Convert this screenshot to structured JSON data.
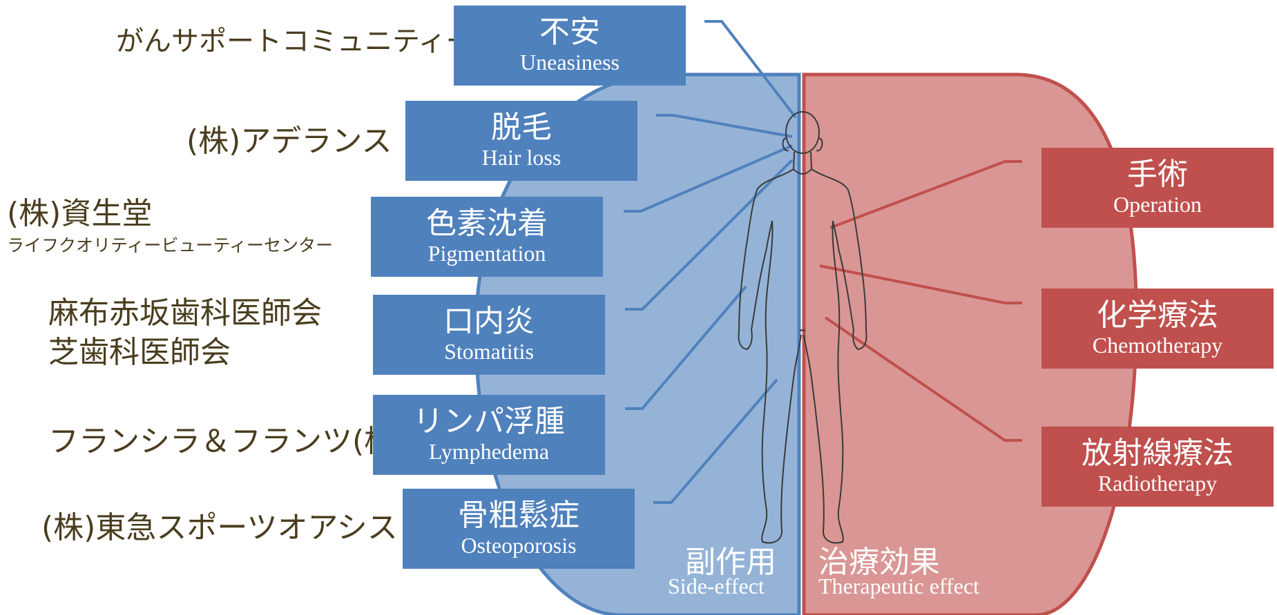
{
  "organizations": [
    {
      "lines": [
        "がんサポートコミュニティー"
      ]
    },
    {
      "lines": [
        "(株)アデランス"
      ]
    },
    {
      "lines": [
        "(株)資生堂",
        "ライフクオリティービューティーセンター"
      ]
    },
    {
      "lines": [
        "麻布赤坂歯科医師会",
        "芝歯科医師会"
      ]
    },
    {
      "lines": [
        "フランシラ＆フランツ(株)"
      ]
    },
    {
      "lines": [
        "(株)東急スポーツオアシス"
      ]
    }
  ],
  "side_effects": [
    {
      "jp": "不安",
      "en": "Uneasiness"
    },
    {
      "jp": "脱毛",
      "en": "Hair loss"
    },
    {
      "jp": "色素沈着",
      "en": "Pigmentation"
    },
    {
      "jp": "口内炎",
      "en": "Stomatitis"
    },
    {
      "jp": "リンパ浮腫",
      "en": "Lymphedema"
    },
    {
      "jp": "骨粗鬆症",
      "en": "Osteoporosis"
    }
  ],
  "therapies": [
    {
      "jp": "手術",
      "en": "Operation"
    },
    {
      "jp": "化学療法",
      "en": "Chemotherapy"
    },
    {
      "jp": "放射線療法",
      "en": "Radiotherapy"
    }
  ],
  "left_caption": {
    "jp": "副作用",
    "en": "Side-effect"
  },
  "right_caption": {
    "jp": "治療効果",
    "en": "Therapeutic effect"
  },
  "colors": {
    "blue_box": "#4f81bd",
    "blue_area": "#95b3d7",
    "red_box": "#c0504d",
    "red_area": "#d99694",
    "org_text": "#4a3d1e"
  }
}
